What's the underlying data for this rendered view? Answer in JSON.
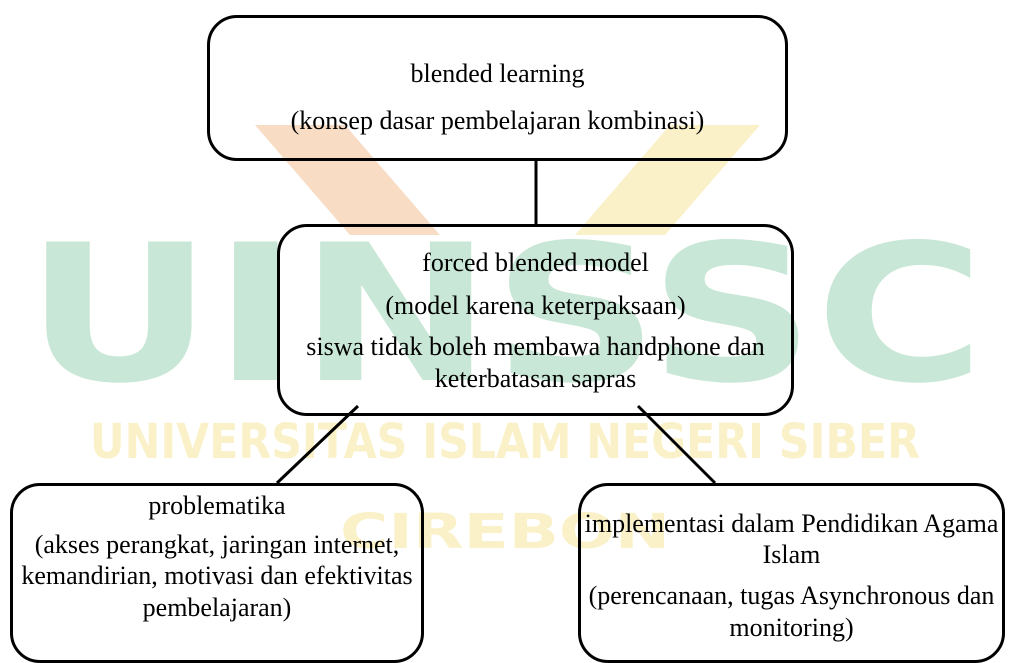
{
  "watermark": {
    "initials": "UINSSC",
    "line1": "UNIVERSITAS ISLAM NEGERI SIBER",
    "line2": "CIREBON",
    "colors": {
      "green": "#c9e7d6",
      "orange": "#f8dcc4",
      "yellow": "#faf1c8"
    }
  },
  "nodes": {
    "top": {
      "title": "blended learning",
      "subtitle": "(konsep dasar pembelajaran kombinasi)"
    },
    "middle": {
      "title": "forced blended model",
      "subtitle": "(model karena keterpaksaan)",
      "description": "siswa tidak boleh membawa handphone dan keterbatasan sapras"
    },
    "left": {
      "title": "problematika",
      "description": "(akses perangkat, jaringan internet, kemandirian, motivasi dan efektivitas pembelajaran)"
    },
    "right": {
      "title": "implementasi dalam Pendidikan Agama Islam",
      "description": "(perencanaan, tugas Asynchronous dan monitoring)"
    }
  }
}
